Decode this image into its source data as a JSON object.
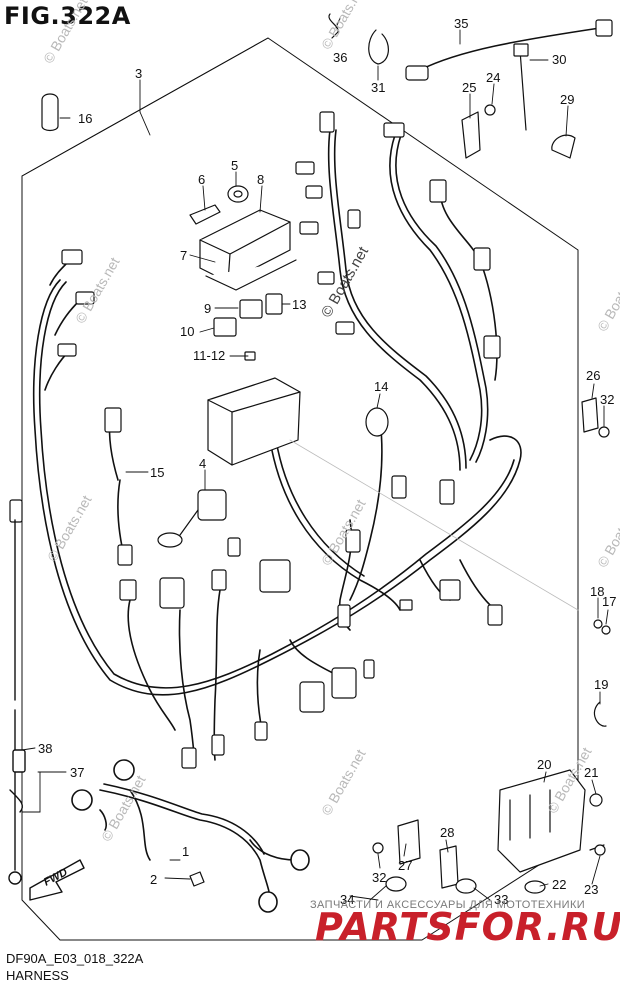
{
  "figure": {
    "title": "FIG.322A",
    "code": "DF90A_E03_018_322A",
    "name": "HARNESS"
  },
  "watermark": {
    "copyright": "© Boats.net",
    "ru_caption": "ЗАПЧАСТИ И АКСЕССУАРЫ ДЛЯ МОТОТЕХНИКИ",
    "brand": "PARTSFOR.RU"
  },
  "direction_label": "FWD",
  "callouts": [
    {
      "id": "c1",
      "label": "1"
    },
    {
      "id": "c2",
      "label": "2"
    },
    {
      "id": "c3",
      "label": "3"
    },
    {
      "id": "c4",
      "label": "4"
    },
    {
      "id": "c5",
      "label": "5"
    },
    {
      "id": "c6",
      "label": "6"
    },
    {
      "id": "c7",
      "label": "7"
    },
    {
      "id": "c8",
      "label": "8"
    },
    {
      "id": "c9",
      "label": "9"
    },
    {
      "id": "c10",
      "label": "10"
    },
    {
      "id": "c11",
      "label": "11-12"
    },
    {
      "id": "c13",
      "label": "13"
    },
    {
      "id": "c14",
      "label": "14"
    },
    {
      "id": "c15",
      "label": "15"
    },
    {
      "id": "c16",
      "label": "16"
    },
    {
      "id": "c17",
      "label": "17"
    },
    {
      "id": "c18",
      "label": "18"
    },
    {
      "id": "c19",
      "label": "19"
    },
    {
      "id": "c20",
      "label": "20"
    },
    {
      "id": "c21",
      "label": "21"
    },
    {
      "id": "c22",
      "label": "22"
    },
    {
      "id": "c23",
      "label": "23"
    },
    {
      "id": "c24",
      "label": "24"
    },
    {
      "id": "c25",
      "label": "25"
    },
    {
      "id": "c26",
      "label": "26"
    },
    {
      "id": "c27",
      "label": "27"
    },
    {
      "id": "c28",
      "label": "28"
    },
    {
      "id": "c29",
      "label": "29"
    },
    {
      "id": "c30",
      "label": "30"
    },
    {
      "id": "c31",
      "label": "31"
    },
    {
      "id": "c32a",
      "label": "32"
    },
    {
      "id": "c32b",
      "label": "32"
    },
    {
      "id": "c33",
      "label": "33"
    },
    {
      "id": "c34",
      "label": "34"
    },
    {
      "id": "c35",
      "label": "35"
    },
    {
      "id": "c36",
      "label": "36"
    },
    {
      "id": "c37",
      "label": "37"
    },
    {
      "id": "c38",
      "label": "38"
    }
  ]
}
